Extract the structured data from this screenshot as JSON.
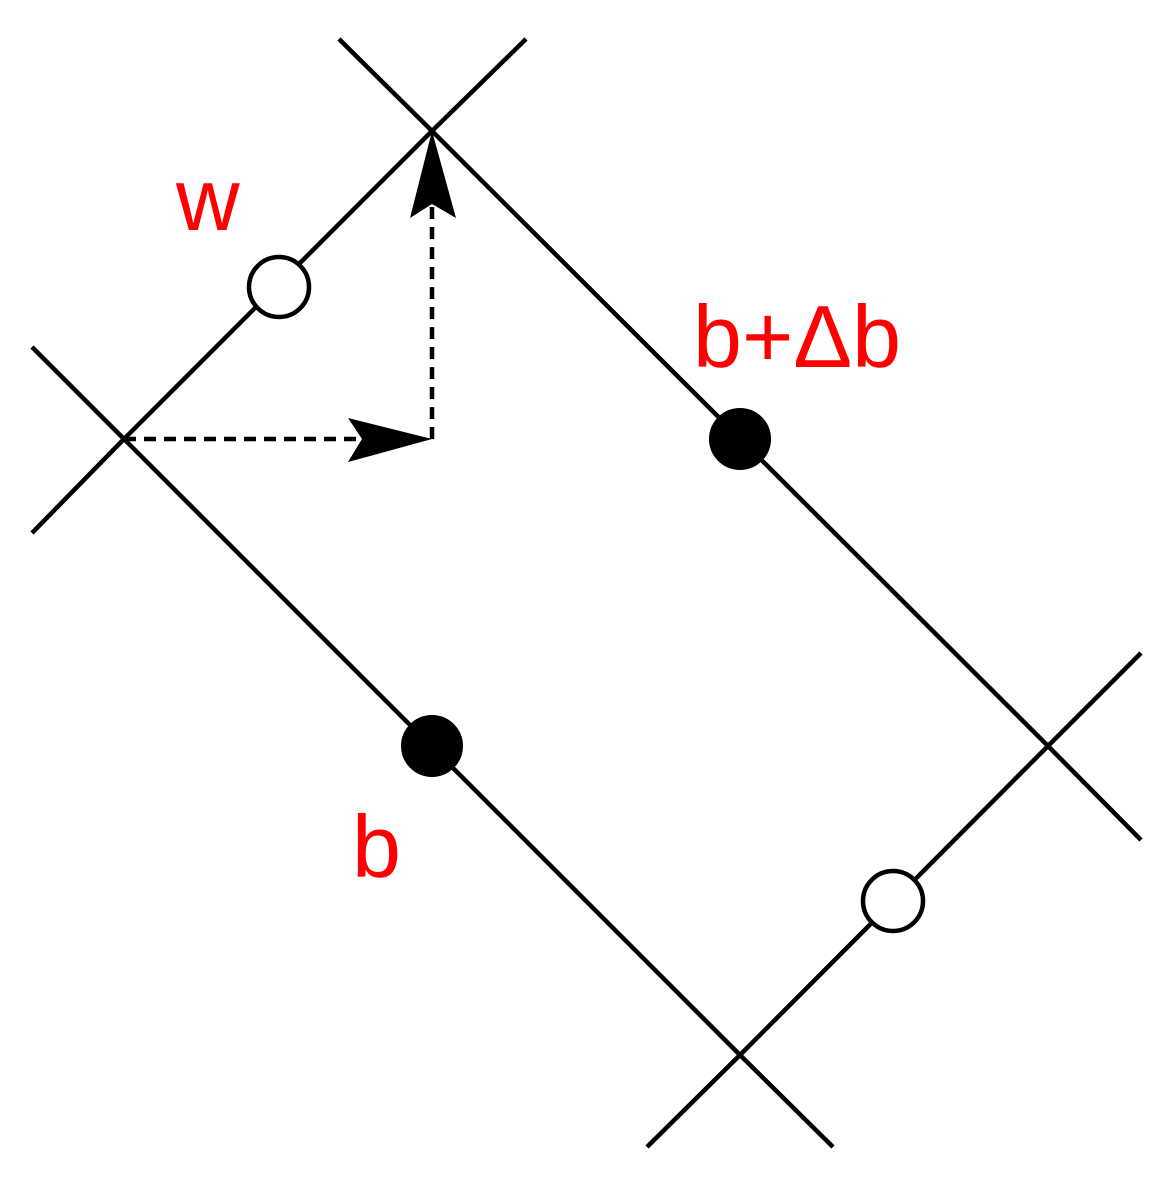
{
  "diagram": {
    "labels": {
      "w": "w",
      "b_plus_delta_b": "b+Δb",
      "b": "b"
    },
    "colors": {
      "label": "#ff0000",
      "line": "#000000",
      "open_node_fill": "#ffffff",
      "filled_node_fill": "#000000"
    }
  }
}
